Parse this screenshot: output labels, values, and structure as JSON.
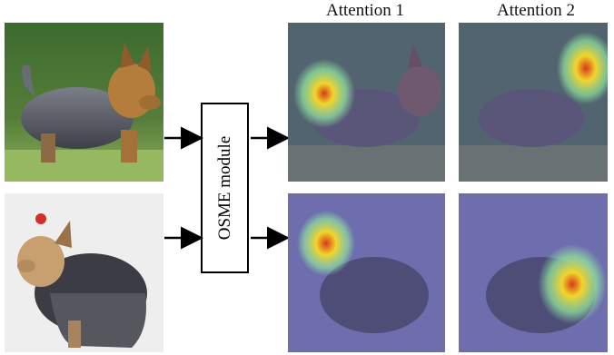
{
  "column_labels": {
    "attention_1": "Attention 1",
    "attention_2": "Attention 2"
  },
  "module": {
    "label": "OSME module"
  },
  "colors": {
    "arrow": "#000000",
    "overlay_tint": "#5b5aa8",
    "heat_hot": "#d83a1a",
    "heat_warm": "#f2d52a",
    "heat_cool": "#8fe3a0"
  },
  "rows": [
    {
      "input_image": "yorkshire-terrier-grass",
      "attention_1_focus": "dog body",
      "attention_2_focus": "dog head"
    },
    {
      "input_image": "yorkshire-terrier-studio",
      "attention_1_focus": "dog head",
      "attention_2_focus": "dog body"
    }
  ]
}
